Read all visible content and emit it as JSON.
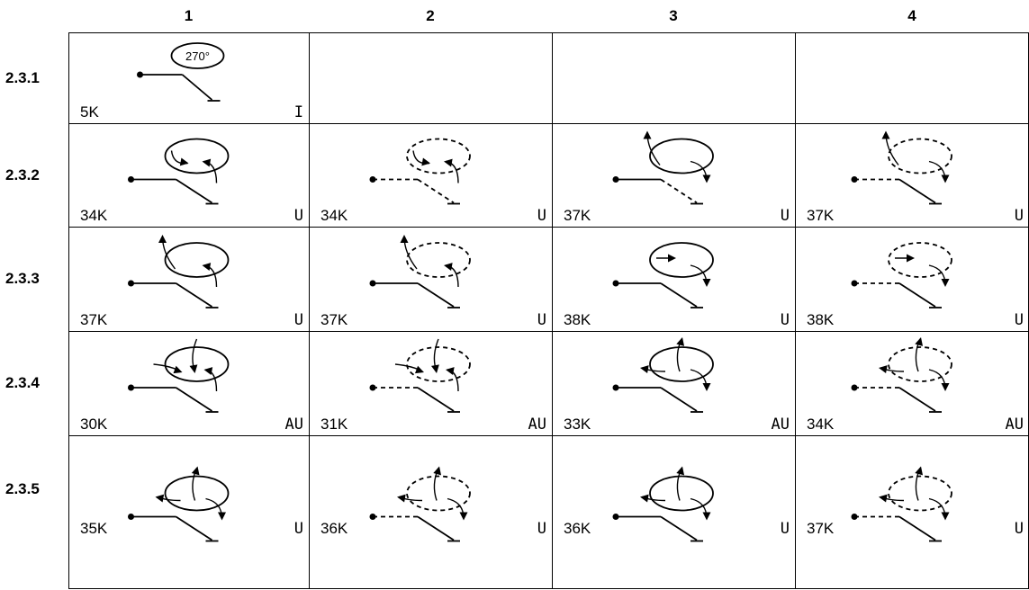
{
  "columns": [
    "1",
    "2",
    "3",
    "4"
  ],
  "rows": [
    {
      "label": "2.3.1",
      "cells": [
        {
          "count": "5K",
          "code": "I",
          "figure": "dive-270",
          "annotation": "270°"
        },
        null,
        null,
        null
      ]
    },
    {
      "label": "2.3.2",
      "cells": [
        {
          "count": "34K",
          "code": "U",
          "figure": "loop-back-left",
          "loop": "solid",
          "entry": "solid"
        },
        {
          "count": "34K",
          "code": "U",
          "figure": "loop-back-left",
          "loop": "dashed",
          "entry": "dashed"
        },
        {
          "count": "37K",
          "code": "U",
          "figure": "loop-exit-up",
          "loop": "solid",
          "entry": "solid"
        },
        {
          "count": "37K",
          "code": "U",
          "figure": "loop-exit-up",
          "loop": "dashed",
          "entry": "dashed"
        }
      ]
    },
    {
      "label": "2.3.3",
      "cells": [
        {
          "count": "37K",
          "code": "U",
          "figure": "loop-exit-up-inner",
          "loop": "solid",
          "entry": "solid"
        },
        {
          "count": "37K",
          "code": "U",
          "figure": "loop-exit-up-inner",
          "loop": "dashed",
          "entry": "solid"
        },
        {
          "count": "38K",
          "code": "U",
          "figure": "loop-flat-arrow",
          "loop": "solid",
          "entry": "solid"
        },
        {
          "count": "38K",
          "code": "U",
          "figure": "loop-flat-arrow",
          "loop": "dashed",
          "entry": "dashed"
        }
      ]
    },
    {
      "label": "2.3.4",
      "cells": [
        {
          "count": "30K",
          "code": "AU",
          "figure": "loop-crossed",
          "loop": "solid",
          "entry": "solid"
        },
        {
          "count": "31K",
          "code": "AU",
          "figure": "loop-crossed",
          "loop": "dashed",
          "entry": "dashed"
        },
        {
          "count": "33K",
          "code": "AU",
          "figure": "loop-crossed-up",
          "loop": "solid",
          "entry": "solid"
        },
        {
          "count": "34K",
          "code": "AU",
          "figure": "loop-crossed-up",
          "loop": "dashed",
          "entry": "dashed"
        }
      ]
    },
    {
      "label": "2.3.5",
      "cells": [
        {
          "count": "35K",
          "code": "U",
          "figure": "loop-crossed-up",
          "loop": "solid",
          "entry": "solid"
        },
        {
          "count": "36K",
          "code": "U",
          "figure": "loop-crossed-up",
          "loop": "dashed",
          "entry": "dashed"
        },
        {
          "count": "36K",
          "code": "U",
          "figure": "loop-crossed-up",
          "loop": "solid",
          "entry": "solid"
        },
        {
          "count": "37K",
          "code": "U",
          "figure": "loop-crossed-up",
          "loop": "dashed",
          "entry": "dashed"
        }
      ]
    }
  ]
}
